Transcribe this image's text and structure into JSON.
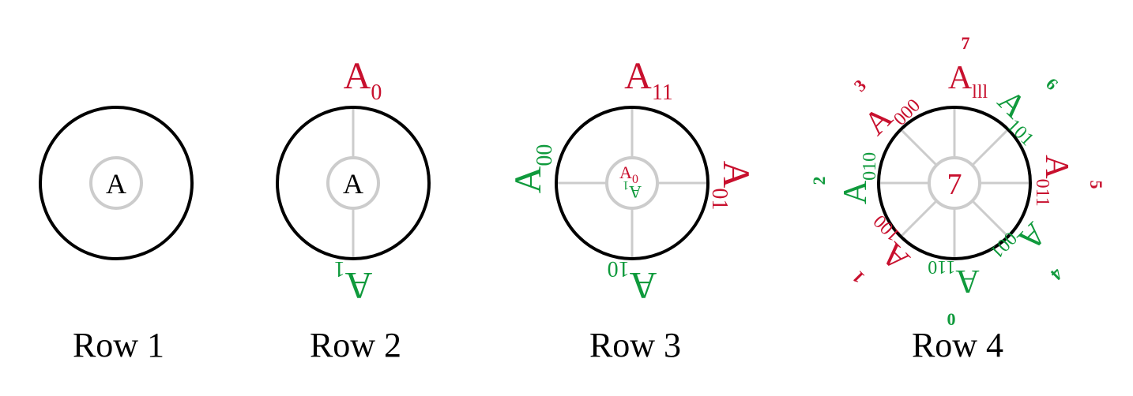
{
  "colors": {
    "red": "#c8102e",
    "green": "#0f9a3c",
    "ring": "#000000",
    "spoke": "#cccccc"
  },
  "diagrams": [
    {
      "caption": "Row 1",
      "center": "A",
      "labels": []
    },
    {
      "caption": "Row 2",
      "center": "A",
      "labels": [
        {
          "base": "A",
          "sub": "0",
          "color": "red"
        },
        {
          "base": "A",
          "sub": "1",
          "color": "green"
        }
      ]
    },
    {
      "caption": "Row 3",
      "center": {
        "base": "A",
        "sub_top": "0",
        "sub_bottom": "1"
      },
      "labels": [
        {
          "base": "A",
          "sub": "11",
          "color": "red"
        },
        {
          "base": "A",
          "sub": "01",
          "color": "red"
        },
        {
          "base": "A",
          "sub": "10",
          "color": "green"
        },
        {
          "base": "A",
          "sub": "00",
          "color": "green"
        }
      ]
    },
    {
      "caption": "Row 4",
      "center": "7",
      "labels": [
        {
          "base": "A",
          "sub": "lll",
          "color": "red",
          "number": "7"
        },
        {
          "base": "A",
          "sub": "101",
          "color": "green",
          "number": "6"
        },
        {
          "base": "A",
          "sub": "011",
          "color": "red",
          "number": "5"
        },
        {
          "base": "A",
          "sub": "001",
          "color": "green",
          "number": "4"
        },
        {
          "base": "A",
          "sub": "110",
          "color": "green",
          "number": "0"
        },
        {
          "base": "A",
          "sub": "100",
          "color": "red",
          "number": "1"
        },
        {
          "base": "A",
          "sub": "010",
          "color": "green",
          "number": "2"
        },
        {
          "base": "A",
          "sub": "000",
          "color": "red",
          "number": "3"
        }
      ]
    }
  ]
}
